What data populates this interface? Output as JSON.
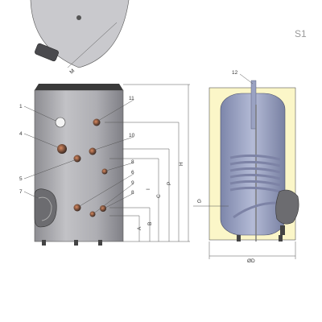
{
  "figure": {
    "page_label": "S1",
    "callouts": [
      "1",
      "4",
      "5",
      "7",
      "11",
      "10",
      "8",
      "6",
      "9",
      "8",
      "12"
    ],
    "dimensions": [
      "M",
      "A",
      "B",
      "I",
      "C",
      "P",
      "H",
      "G",
      "ØD"
    ]
  },
  "colors": {
    "tank_body": "#a9a9ad",
    "tank_top": "#3a3a3a",
    "insulation": "#fbf6c8",
    "inner_tank": "#9aa2c2",
    "coil": "#8a90b0",
    "dim_line": "#555555"
  }
}
